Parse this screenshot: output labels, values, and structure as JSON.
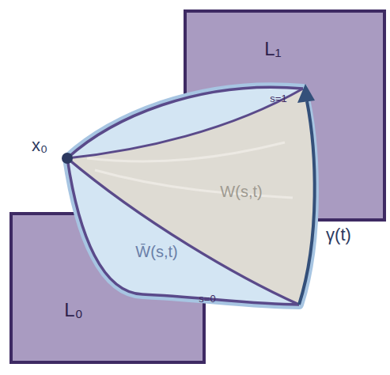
{
  "diagram": {
    "nodes": [
      {
        "text": [
          "L₁"
        ]
      },
      {
        "text": [
          "L₀"
        ]
      }
    ],
    "labels": [
      "x₀",
      "s=1",
      "s=0",
      "W(s,t)",
      "W̄(s,t)",
      "γ(t)"
    ]
  }
}
